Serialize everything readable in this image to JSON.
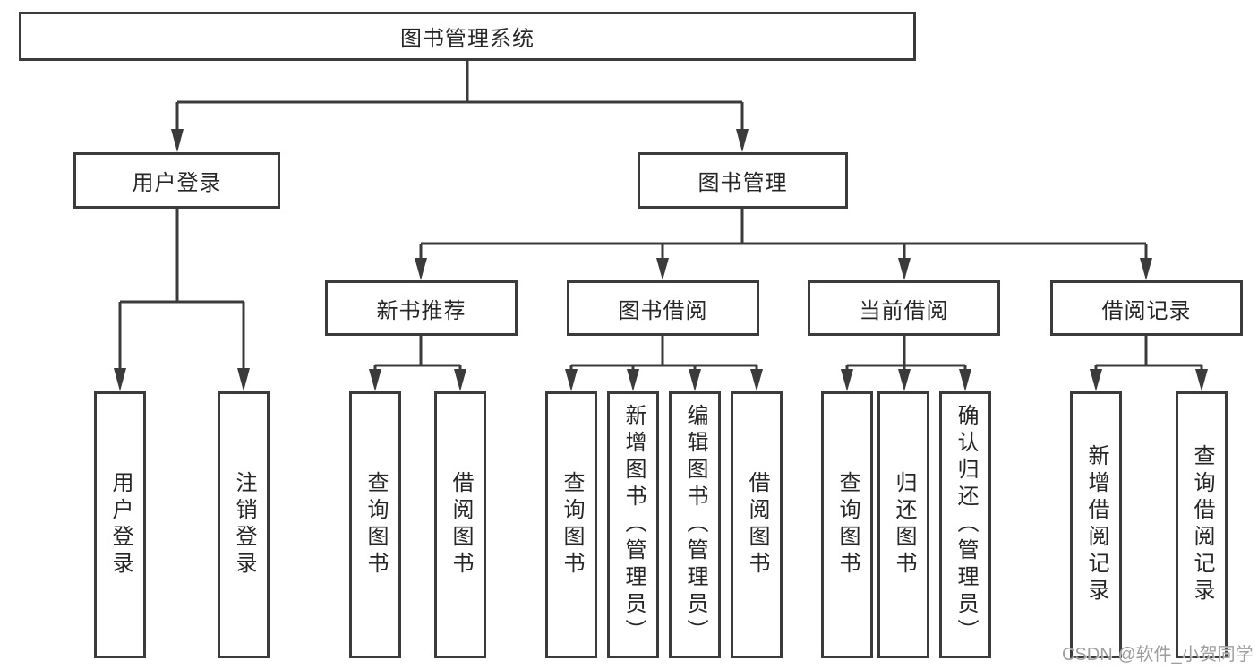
{
  "diagram": {
    "title": "图书管理系统",
    "colors": {
      "line": "#3b3b3b",
      "text": "#262626",
      "watermark": "#9e9e9e",
      "background": "#ffffff"
    },
    "nodes": {
      "root": {
        "label": "图书管理系统"
      },
      "level2": [
        {
          "label": "用户登录"
        },
        {
          "label": "图书管理"
        }
      ],
      "level3": [
        {
          "label": "新书推荐"
        },
        {
          "label": "图书借阅"
        },
        {
          "label": "当前借阅"
        },
        {
          "label": "借阅记录"
        }
      ],
      "leaves": {
        "user_login": [
          "用户登录",
          "注销登录"
        ],
        "new_book": [
          "查询图书",
          "借阅图书"
        ],
        "book_borrow": [
          "查询图书",
          "新增图书（管理员）",
          "编辑图书（管理员）",
          "借阅图书"
        ],
        "current_borrow": [
          "查询图书",
          "归还图书",
          "确认归还（管理员）"
        ],
        "borrow_record": [
          "新增借阅记录",
          "查询借阅记录"
        ]
      }
    },
    "watermark": "CSDN @软件_小贺同学"
  }
}
